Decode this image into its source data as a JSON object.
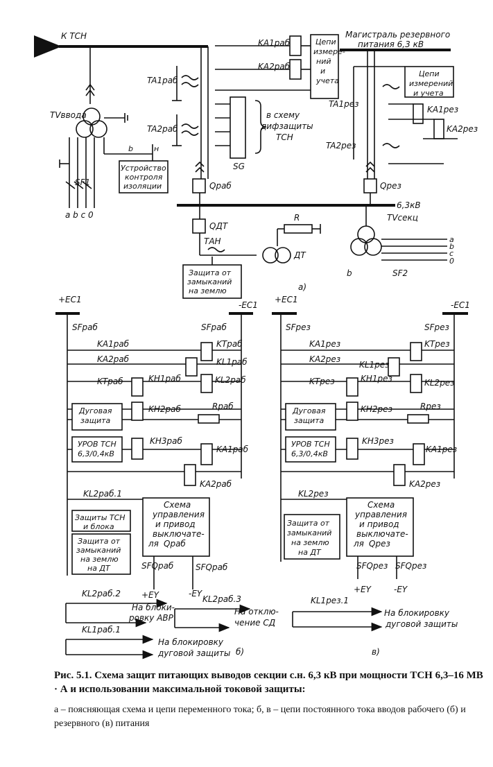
{
  "diagram": {
    "part_a": {
      "tag": "а)",
      "k_tsn": "К ТСН",
      "tv_vvoda": "TVввода",
      "sf1": "SF1",
      "phases": "a b c 0",
      "b": "b",
      "n": "н",
      "izol": [
        "Устройство",
        "контроля",
        "изоляции"
      ],
      "ta1": "TA1раб",
      "ta2": "TA2раб",
      "ka1": "KA1раб",
      "ka2": "KA2раб",
      "tsepi_raboch": [
        "Цепи",
        "измере-",
        "ний",
        "и",
        "учета"
      ],
      "difz": [
        "в схему",
        "дифзащиты",
        "ТСН"
      ],
      "sg": "SG",
      "q_rab": "Qраб",
      "bus": "6,3кВ",
      "q_dt": "QДТ",
      "tan": "ТАН",
      "r": "R",
      "dt": "ДТ",
      "zashchita": [
        "Защита от",
        "замыканий",
        "на землю"
      ],
      "magistral": [
        "Магистраль резервного",
        "питания 6,3 кВ"
      ],
      "tsepi_rez": [
        "Цепи",
        "измерений",
        "и учета"
      ],
      "ta1_rez": "TA1рез",
      "ta2_rez": "TA2рез",
      "ka1_rez": "KA1рез",
      "ka2_rez": "KA2рез",
      "q_rez": "Qрез",
      "tv_sekc": "TVсекц",
      "abc0": [
        "a",
        "b",
        "c",
        "0"
      ],
      "sf2": "SF2",
      "b2": "b"
    },
    "part_b": {
      "tag": "б)",
      "pec": "+EC1",
      "mec": "-EC1",
      "sf_rab": "SFраб",
      "sf_rab2": "SFраб",
      "ka1": "KA1раб",
      "ka2": "KA2раб",
      "kt": "KTраб",
      "kt_r": "KTраб",
      "kl1": "KL1раб",
      "kl2": "KL2раб",
      "kh1": "KH1раб",
      "kh2": "KH2раб",
      "kh3": "KH3раб",
      "r": "Rраб",
      "ka1_r": "KA1раб",
      "ka2_r": "KA2раб",
      "dugovaya": [
        "Дуговая",
        "защита"
      ],
      "urov": [
        "УРОВ ТСН",
        "6,3/0,4кВ"
      ],
      "kl2_1": "KL2раб.1",
      "zashchity_tsn": [
        "Защиты ТСН",
        "и блока"
      ],
      "zashchita_zam": [
        "Защита от",
        "замыканий",
        "на землю",
        "на ДТ"
      ],
      "skhema": [
        "Схема",
        "управления",
        "и привод",
        "выключате-",
        "ля",
        "Qраб"
      ],
      "sfq1": "SFQраб",
      "sfq2": "SFQраб",
      "pey": "+EY",
      "mey": "-EY",
      "kl2_2": "KL2раб.2",
      "na_blok_avr": [
        "На блоки-",
        "ровку АВР"
      ],
      "kl2_3": "KL2раб.3",
      "na_otkl": [
        "На отклю-",
        "чение СД"
      ],
      "kl1_1": "KL1раб.1",
      "na_blok_dug": [
        "На блокировку",
        "дуговой защиты"
      ]
    },
    "part_c": {
      "tag": "в)",
      "pec": "+EC1",
      "mec": "-EC1",
      "sf_rez": "SFрез",
      "sf_rez2": "SFрез",
      "ka1": "KA1рез",
      "ka2": "KA2рез",
      "kt": "KTрез",
      "kt_r": "KTрез",
      "kl1": "KL1рез",
      "kl2": "KL2рез",
      "kh1": "KH1рез",
      "kh2": "KH2рез",
      "kh3": "KH3рез",
      "r": "Rрез",
      "ka1_r": "KA1рез",
      "ka2_r": "KA2рез",
      "dugovaya": [
        "Дуговая",
        "защита"
      ],
      "urov": [
        "УРОВ ТСН",
        "6,3/0,4кВ"
      ],
      "zashchita_zam": [
        "Защита от",
        "замыканий",
        "на землю",
        "на ДТ"
      ],
      "skhema": [
        "Схема",
        "управления",
        "и привод",
        "выключате-",
        "ля",
        "Qрез"
      ],
      "sfq1": "SFQрез",
      "sfq2": "SFQрез",
      "pey": "+EY",
      "mey": "-EY",
      "kl1_1": "KL1рез.1",
      "na_blok_dug": [
        "На блокировку",
        "дуговой защиты"
      ]
    }
  },
  "caption": {
    "title": "Рис. 5.1. Схема защит питающих выводов секции с.н. 6,3 кВ при мощности ТСН 6,3–16 МВ · А и использовании максимальной токовой защиты:",
    "subtitle": "а – поясняющая схема и цепи переменного тока; б, в – цепи постоянного тока вводов рабочего (б) и резервного (в) питания"
  }
}
